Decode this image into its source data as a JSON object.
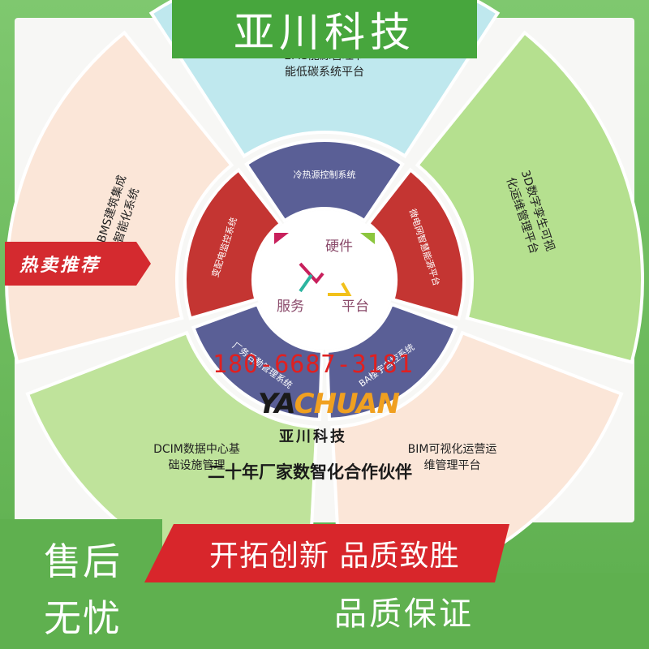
{
  "title": "亚川科技",
  "badge": "热卖推荐",
  "outer_segments": [
    {
      "lines": [
        "EMS能源管理节",
        "能低碳系统平台"
      ],
      "color": "#bfe8ee"
    },
    {
      "lines": [
        "3D数字孪生可视",
        "化运维管理平台"
      ],
      "color": "#b5e08f"
    },
    {
      "lines": [
        "BIM可视化运营运",
        "维管理平台"
      ],
      "color": "#fbe6d8"
    },
    {
      "lines": [
        "DCIM数据中心基",
        "础设施管理"
      ],
      "color": "#bfe39b"
    },
    {
      "lines": [
        "IBMS建筑集成",
        "智能化系统"
      ],
      "color": "#fbe6d8"
    }
  ],
  "inner_segments": [
    {
      "label": "冷热源控制系统",
      "color": "#5a5f96"
    },
    {
      "label": "微电网智慧能源平台",
      "color": "#c43532"
    },
    {
      "label": "BA楼宇自控系统",
      "color": "#5a5f96"
    },
    {
      "label": "厂务后勤管理系统",
      "color": "#5a5f96"
    },
    {
      "label": "变配电监控系统",
      "color": "#c43532"
    }
  ],
  "center": {
    "top": "硬件",
    "left": "服务",
    "right": "平台",
    "arrow_colors": [
      "#c8205c",
      "#f2c11a",
      "#2cb5a0"
    ]
  },
  "phone": "180-6687-3181",
  "logo": {
    "part1": "YA",
    "part2": "CHUAN"
  },
  "brand_cn": "亚川科技",
  "tagline": "二十年厂家数智化合作伙伴",
  "bottom": {
    "left_line1": "售后",
    "left_line2": "无忧",
    "ribbon": "开拓创新 品质致胜",
    "bar": "品质保证"
  }
}
